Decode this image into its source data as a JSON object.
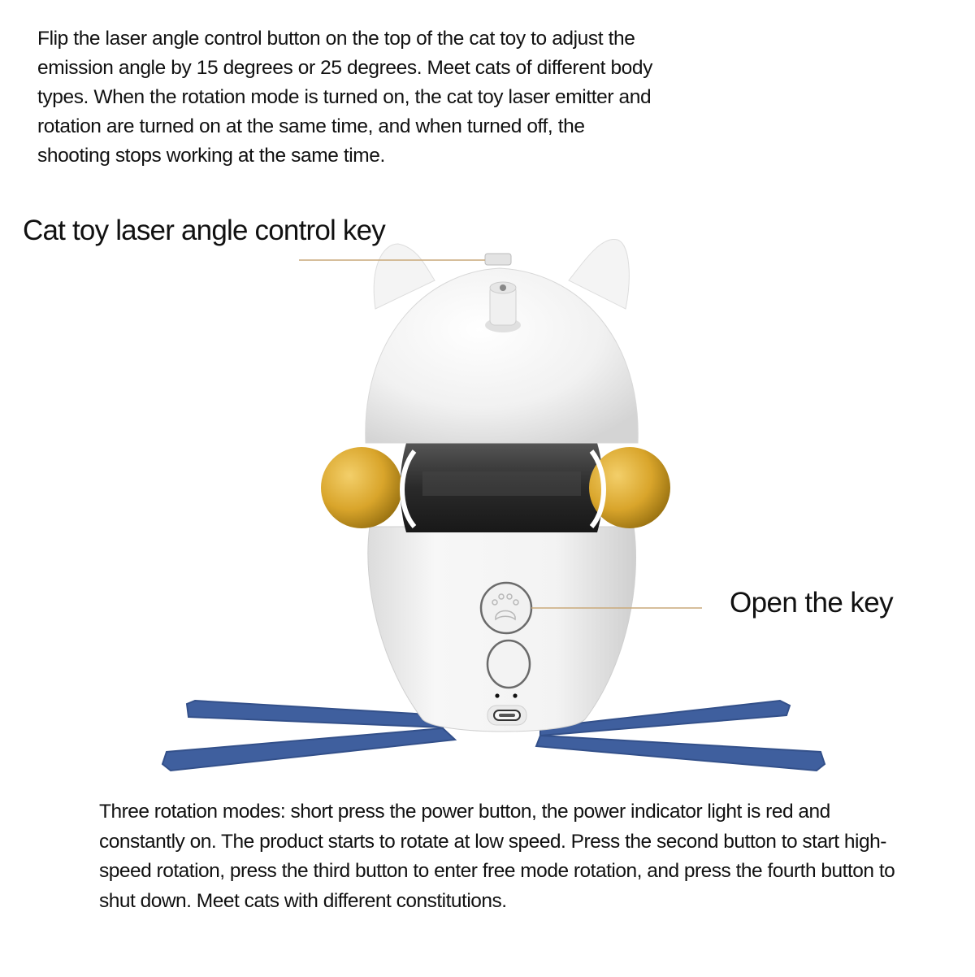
{
  "intro_paragraph": "Flip the laser angle control button on the top of the cat toy to adjust the emission angle by 15 degrees or 25 degrees. Meet cats of different body types. When the rotation mode is turned on, the cat toy laser emitter and rotation are turned on at the same time, and when turned off, the shooting stops working at the same time.",
  "callouts": {
    "laser_angle_key": "Cat toy laser angle control key",
    "open_key": "Open the key"
  },
  "modes_paragraph": "Three rotation modes: short press the power button, the power indicator light is red and constantly on. The product starts to rotate at low speed. Press the second button to start high-speed rotation, press the third button to enter free mode rotation, and press the fourth button to shut down. Meet cats with different constitutions.",
  "colors": {
    "leader_line": "#c9a97a",
    "body_white": "#f4f4f4",
    "ball_yellow": "#d9a52b",
    "stand_blue": "#3f5f9e",
    "window_dark": "#2b2b2b"
  },
  "product": {
    "name": "cat-toy",
    "parts": [
      "laser-angle-key",
      "laser-emitter",
      "ears",
      "upper-shell",
      "rotating-balls",
      "transparent-window",
      "lower-shell",
      "paw-power-button",
      "second-button",
      "indicator-lights",
      "usb-c-port",
      "cross-stand"
    ]
  }
}
